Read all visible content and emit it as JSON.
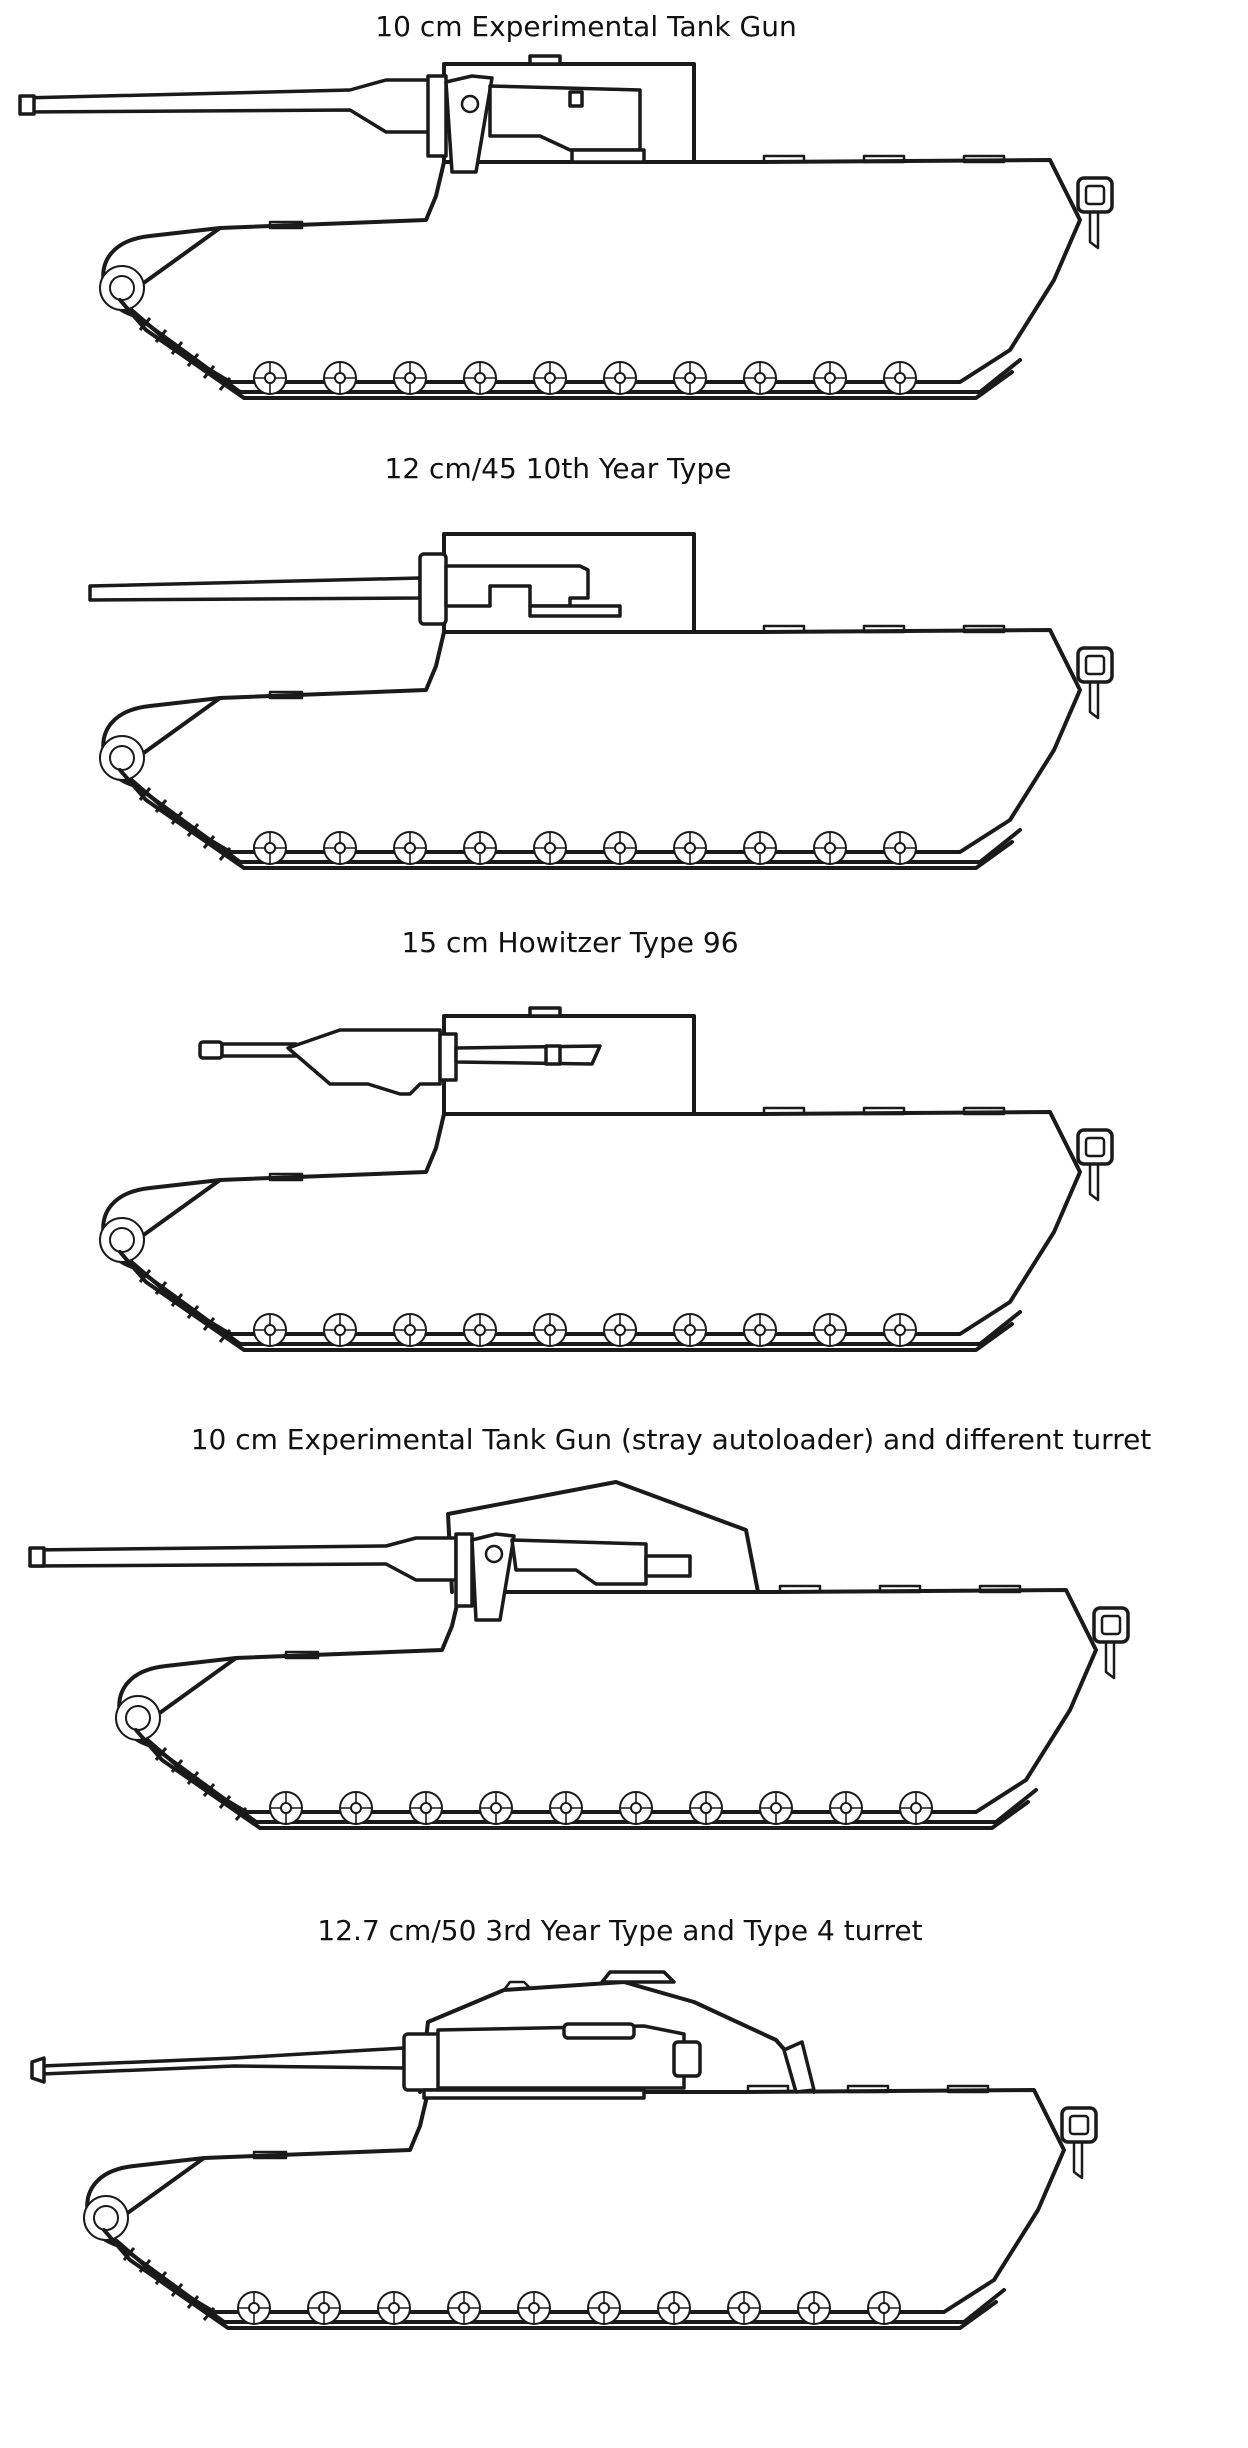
{
  "panels": [
    {
      "caption": "10 cm Experimental Tank Gun",
      "variant": "standard-turret-long-gun"
    },
    {
      "caption": "12 cm/45 10th Year Type",
      "variant": "standard-turret-medium-gun"
    },
    {
      "caption": "15 cm Howitzer Type 96",
      "variant": "standard-turret-howitzer"
    },
    {
      "caption": "10 cm Experimental Tank Gun (stray autoloader) and different turret",
      "variant": "sloped-turret-long-gun"
    },
    {
      "caption": "12.7 cm/50 3rd Year Type and Type 4 turret",
      "variant": "type4-turret-naval-gun"
    }
  ],
  "colors": {
    "line": "#1a1a1a",
    "background": "#ffffff"
  }
}
